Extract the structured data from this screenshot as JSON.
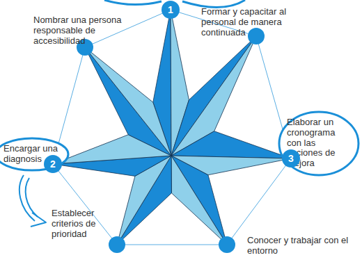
{
  "diagram": {
    "nodes": [
      {
        "text": [
          "1"
        ]
      },
      {
        "text": [
          "Elaborar un cronograma con las acciones de mejora"
        ]
      },
      {
        "text": [
          "Encargar una diagnosis"
        ]
      },
      {
        "text": [
          "2"
        ]
      },
      {
        "text": [
          "3"
        ]
      }
    ],
    "labels": [
      "Nombrar una persona responsable de accesibilidad",
      "Formar y capacitar al personal de manera continuada",
      "Establecer criterios de prioridad",
      "Conocer y trabajar con el entorno"
    ]
  }
}
